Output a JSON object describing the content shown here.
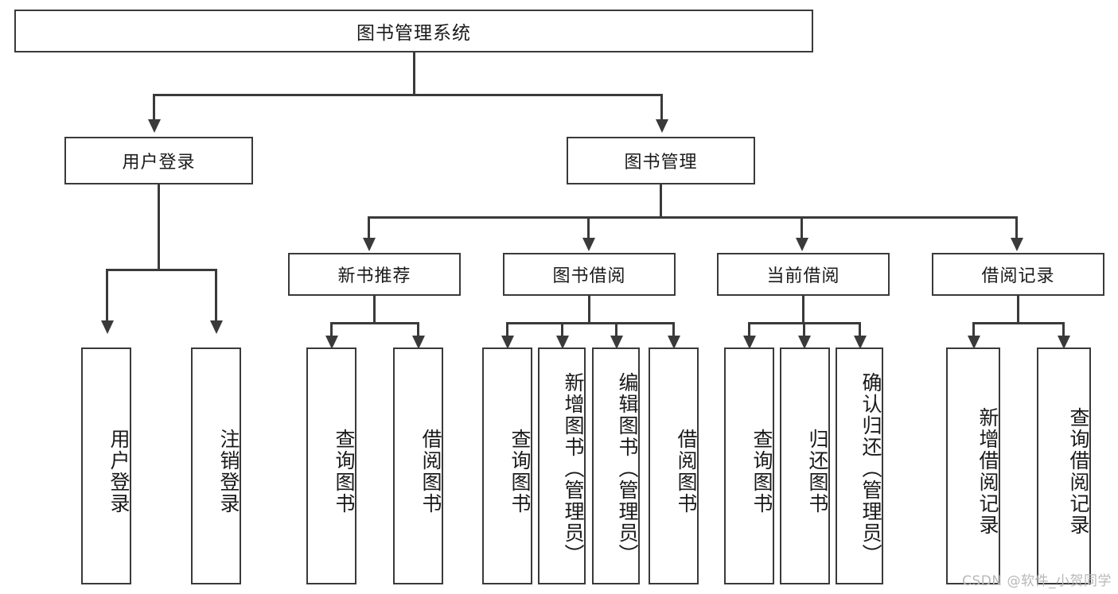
{
  "diagram": {
    "title": "图书管理系统",
    "type": "hierarchy-tree",
    "levels": 4,
    "root": {
      "label": "图书管理系统"
    },
    "level2": [
      {
        "label": "用户登录"
      },
      {
        "label": "图书管理"
      }
    ],
    "level3": [
      {
        "label": "新书推荐",
        "parent": "图书管理"
      },
      {
        "label": "图书借阅",
        "parent": "图书管理"
      },
      {
        "label": "当前借阅",
        "parent": "图书管理"
      },
      {
        "label": "借阅记录",
        "parent": "图书管理"
      }
    ],
    "leaves": {
      "user_login": [
        {
          "label": "用户登录"
        },
        {
          "label": "注销登录"
        }
      ],
      "new_book_recommend": [
        {
          "label": "查询图书"
        },
        {
          "label": "借阅图书"
        }
      ],
      "book_borrow": [
        {
          "label": "查询图书"
        },
        {
          "label": "新增图书（管理员）"
        },
        {
          "label": "编辑图书（管理员）"
        },
        {
          "label": "借阅图书"
        }
      ],
      "current_borrow": [
        {
          "label": "查询图书"
        },
        {
          "label": "归还图书"
        },
        {
          "label": "确认归还（管理员）"
        }
      ],
      "borrow_record": [
        {
          "label": "新增借阅记录"
        },
        {
          "label": "查询借阅记录"
        }
      ]
    }
  },
  "watermark": {
    "text": "CSDN @软件_小贺同学"
  },
  "colors": {
    "stroke": "#3a3a3a",
    "text": "#1a1a1a",
    "background": "#ffffff",
    "watermark": "#b8b8b8"
  }
}
